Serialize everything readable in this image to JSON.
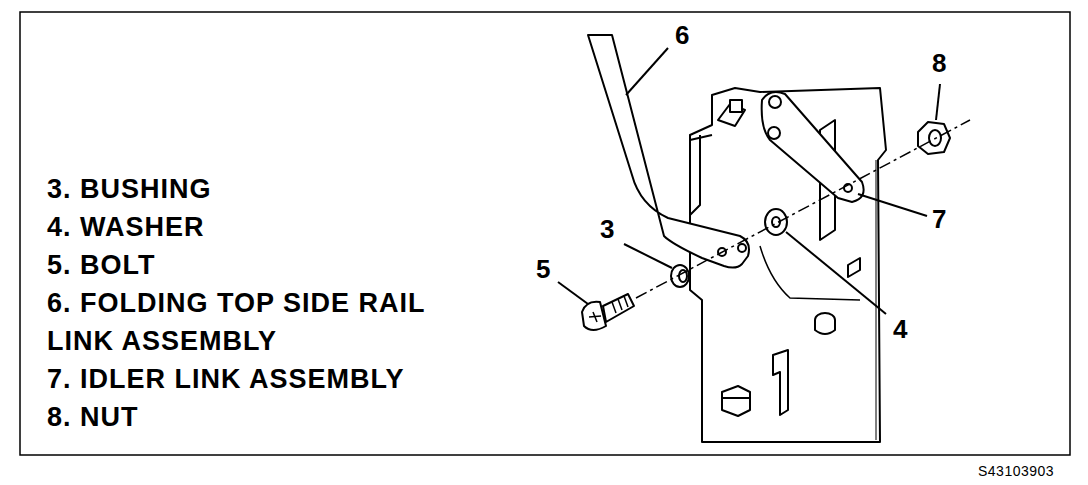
{
  "diagram": {
    "labels": [
      "3. BUSHING",
      "4. WASHER",
      "5. BOLT",
      "6. FOLDING TOP SIDE RAIL LINK ASSEMBLY",
      "7. IDLER LINK ASSEMBLY",
      "8. NUT",
      "6",
      "8",
      "3",
      "7",
      "5",
      "4",
      "S43103903"
    ]
  }
}
